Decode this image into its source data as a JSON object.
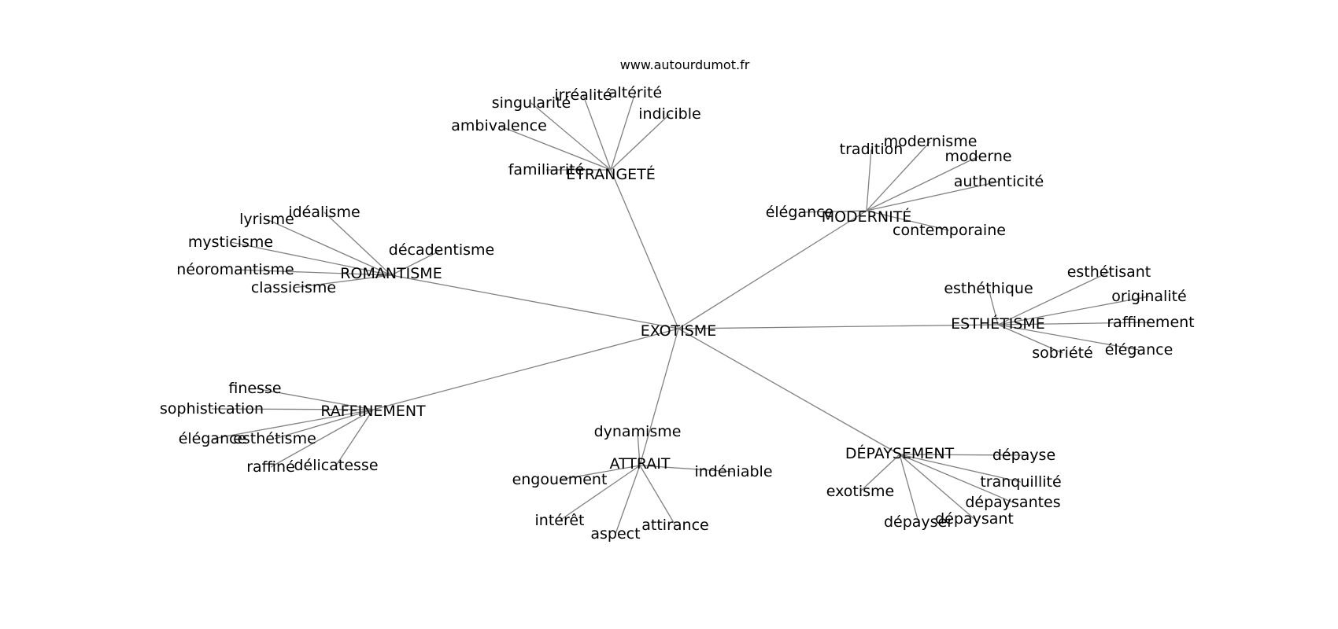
{
  "watermark": "www.autourdumot.fr",
  "center": "EXOTISME",
  "clusters": [
    {
      "id": "etrangete",
      "hub": "ÉTRANGETÉ",
      "words": [
        "singularité",
        "irréalité",
        "altérité",
        "indicible",
        "ambivalence",
        "familiarité"
      ]
    },
    {
      "id": "modernite",
      "hub": "MODERNITÉ",
      "words": [
        "tradition",
        "modernisme",
        "moderne",
        "authenticité",
        "élégance",
        "contemporaine"
      ]
    },
    {
      "id": "romantisme",
      "hub": "ROMANTISME",
      "words": [
        "idéalisme",
        "lyrisme",
        "mysticisme",
        "décadentisme",
        "néoromantisme",
        "classicisme"
      ]
    },
    {
      "id": "esthetisme",
      "hub": "ESTHÉTISME",
      "words": [
        "esthéthique",
        "esthétisant",
        "originalité",
        "raffinement",
        "élégance",
        "sobriété"
      ]
    },
    {
      "id": "raffinement",
      "hub": "RAFFINEMENT",
      "words": [
        "finesse",
        "sophistication",
        "élégance",
        "esthétisme",
        "raffiné",
        "délicatesse"
      ]
    },
    {
      "id": "attrait",
      "hub": "ATTRAIT",
      "words": [
        "dynamisme",
        "engouement",
        "indéniable",
        "intérêt",
        "aspect",
        "attirance"
      ]
    },
    {
      "id": "depaysement",
      "hub": "DÉPAYSEMENT",
      "words": [
        "dépayse",
        "tranquillité",
        "exotisme",
        "dépaysantes",
        "dépaysant",
        "dépayser"
      ]
    }
  ]
}
